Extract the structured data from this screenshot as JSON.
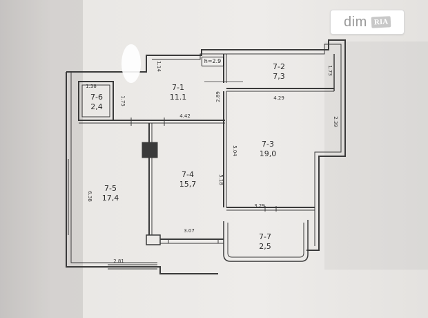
{
  "watermark": {
    "brand_text": "dim",
    "brand_sub": "RIA"
  },
  "ceiling": "h=2.9",
  "rooms": [
    {
      "id": "7-1",
      "area": "11.1"
    },
    {
      "id": "7-2",
      "area": "7,3"
    },
    {
      "id": "7-3",
      "area": "19,0"
    },
    {
      "id": "7-4",
      "area": "15,7"
    },
    {
      "id": "7-5",
      "area": "17,4"
    },
    {
      "id": "7-6",
      "area": "2,4"
    },
    {
      "id": "7-7",
      "area": "2,5"
    }
  ],
  "dimensions": {
    "d_138": "1.38",
    "d_175": "1.75",
    "d_114": "1.14",
    "d_442": "4.42",
    "d_289": "2.89",
    "d_173": "1.73",
    "d_429": "4.29",
    "d_239": "2.39",
    "d_504": "5.04",
    "d_518": "5.18",
    "d_638": "6.38",
    "d_329": "3.29",
    "d_307": "3.07",
    "d_281": "2.81"
  },
  "colors": {
    "wall": "#3a3a3a",
    "paper": "#eeecea",
    "badge_bg": "#ffffff",
    "badge_text": "#9a9a9a"
  }
}
